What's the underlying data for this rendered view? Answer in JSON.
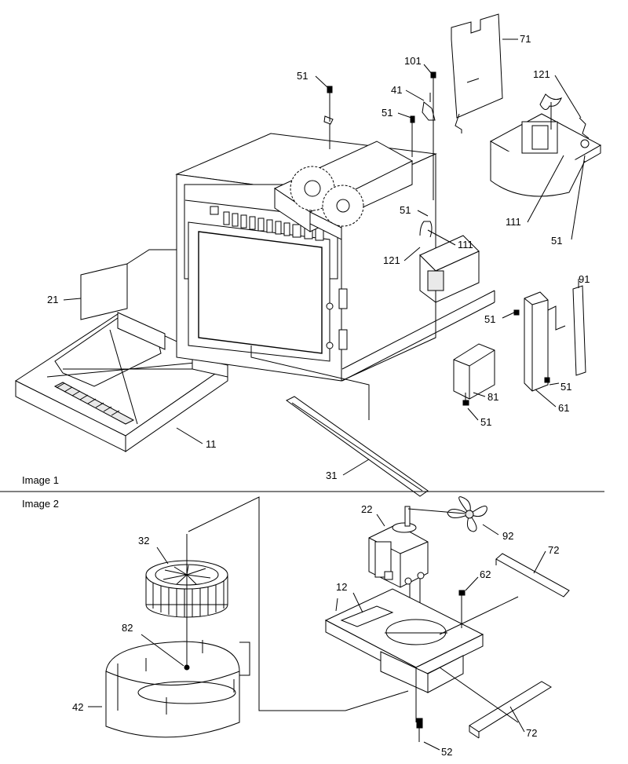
{
  "sections": [
    {
      "title": "Image 1"
    },
    {
      "title": "Image 2"
    }
  ],
  "callouts": {
    "c71": "71",
    "c101": "101",
    "c51_a": "51",
    "c41": "41",
    "c51_b": "51",
    "c121_a": "121",
    "c111_a": "111",
    "c51_c": "51",
    "c51_d": "51",
    "c111_b": "111",
    "c121_b": "121",
    "c21": "21",
    "c91": "91",
    "c51_e": "51",
    "c51_f": "51",
    "c81": "81",
    "c61": "61",
    "c51_g": "51",
    "c11": "11",
    "c31": "31",
    "c22": "22",
    "c92": "92",
    "c32": "32",
    "c72_a": "72",
    "c62": "62",
    "c12": "12",
    "c82": "82",
    "c42": "42",
    "c72_b": "72",
    "c52": "52"
  }
}
